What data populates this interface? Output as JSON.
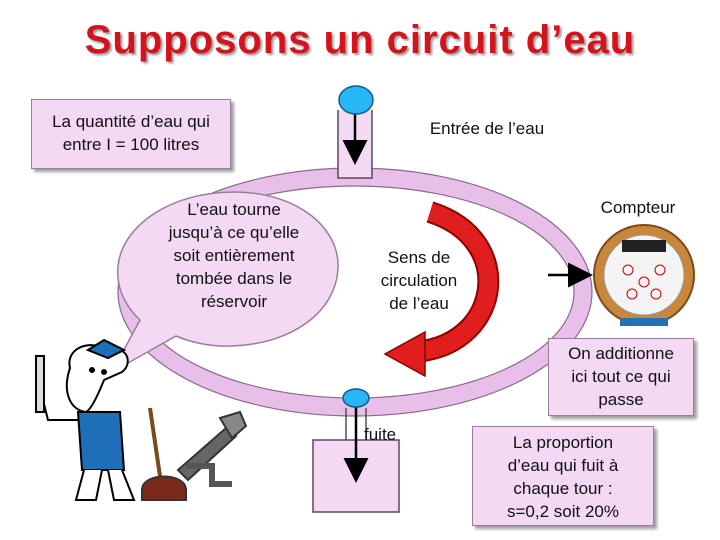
{
  "title": "Supposons un circuit d’eau",
  "quantity_box": {
    "lines": [
      "La quantité d’eau qui",
      "entre I = 100 litres"
    ]
  },
  "entry_label": "Entrée de l’eau",
  "meter_label": "Compteur",
  "bubble": {
    "lines": [
      "L’eau tourne",
      "jusqu’à ce qu’elle",
      "soit entièrement",
      "tombée dans le",
      "réservoir"
    ]
  },
  "direction_label": {
    "lines": [
      "Sens de",
      "circulation",
      "de l’eau"
    ]
  },
  "add_box": {
    "lines": [
      "On additionne",
      "ici tout ce qui",
      "passe"
    ]
  },
  "leak_label": "fuite",
  "proportion_box": {
    "lines": [
      "La proportion",
      "d’eau qui fuit à",
      "chaque tour :",
      "s=0,2 soit 20%"
    ]
  },
  "colors": {
    "title": "#d4141c",
    "circuit": "#e8bfe8",
    "box_fill": "#f3d9f3",
    "arrow": "#e01e1e",
    "valve": "#29b6f6"
  },
  "icons": [
    "water-meter-icon",
    "plumber-icon",
    "plumbing-tools-icon",
    "valve-icon"
  ]
}
